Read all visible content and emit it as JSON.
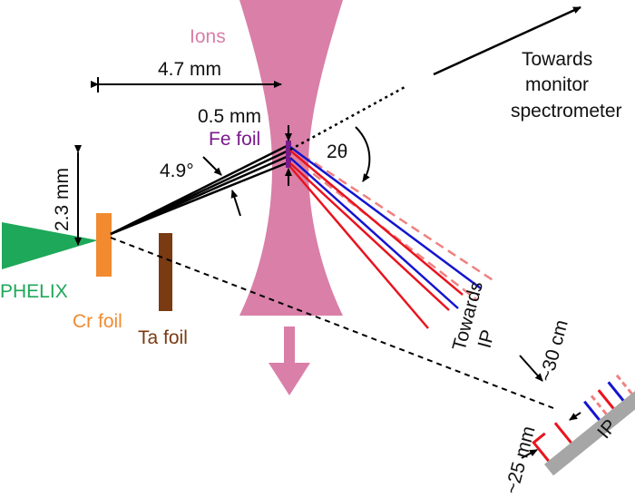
{
  "colors": {
    "ions": "#d97fa8",
    "laser": "#1ea85a",
    "cr_foil": "#f28a30",
    "ta_foil": "#7a3a12",
    "fe_foil": "#7a1a8c",
    "red_line": "#e8141e",
    "blue_line": "#1414d0",
    "pink_dashed": "#f08080",
    "ip": "#a6a6a6",
    "black": "#000000"
  },
  "labels": {
    "ions": "Ions",
    "phelix": "PHELIX",
    "cr_foil": "Cr foil",
    "ta_foil": "Ta foil",
    "fe_foil": "Fe foil",
    "dist_4_7": "4.7 mm",
    "dist_2_3": "2.3 mm",
    "dist_0_5": "0.5 mm",
    "angle_4_9": "4.9°",
    "two_theta": "2θ",
    "towards_monitor_1": "Towards",
    "towards_monitor_2": "monitor",
    "towards_monitor_3": "spectrometer",
    "towards_ip_1": "Towards",
    "towards_ip_2": "IP",
    "dist_30cm": "~30 cm",
    "ip": "IP",
    "dist_25mm": "~25 mm"
  }
}
